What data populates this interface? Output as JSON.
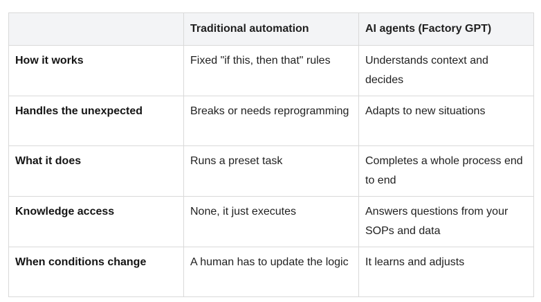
{
  "table": {
    "headers": [
      "",
      "Traditional automation",
      "AI agents (Factory GPT)"
    ],
    "rows": [
      [
        "How it works",
        "Fixed \"if this, then that\" rules",
        "Understands context and decides"
      ],
      [
        "Handles the unexpected",
        "Breaks or needs reprogramming",
        "Adapts to new situations"
      ],
      [
        "What it does",
        "Runs a preset task",
        "Completes a whole process end to end"
      ],
      [
        "Knowledge access",
        "None, it just executes",
        "Answers questions from your SOPs and data"
      ],
      [
        "When conditions change",
        "A human has to update the logic",
        "It learns and adjusts"
      ]
    ]
  },
  "colors": {
    "header_bg": "#f3f4f6",
    "border": "#d9d9d9",
    "text": "#1f1f1f"
  }
}
